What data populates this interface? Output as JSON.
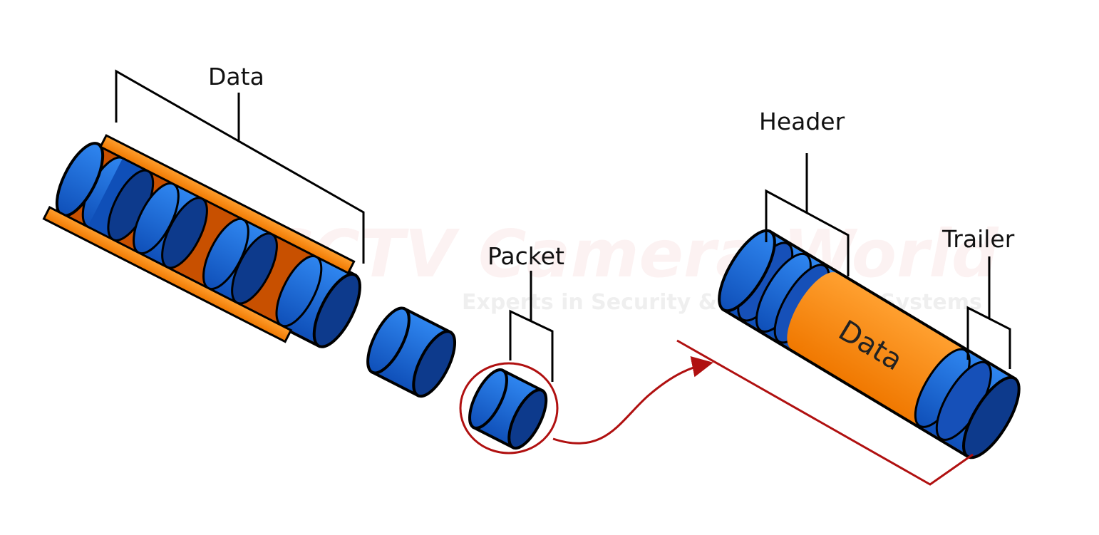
{
  "labels": {
    "data_top": "Data",
    "packet": "Packet",
    "header": "Header",
    "trailer": "Trailer",
    "data_inner": "Data"
  },
  "watermark": {
    "title": "CCTV Camera World",
    "subtitle": "Experts in Security & Surveillance Systems"
  },
  "colors": {
    "blue": "#1e6fe0",
    "dark_blue": "#0d3a8c",
    "orange": "#ff8c10",
    "dark_orange": "#d85a00",
    "red": "#b01010"
  }
}
